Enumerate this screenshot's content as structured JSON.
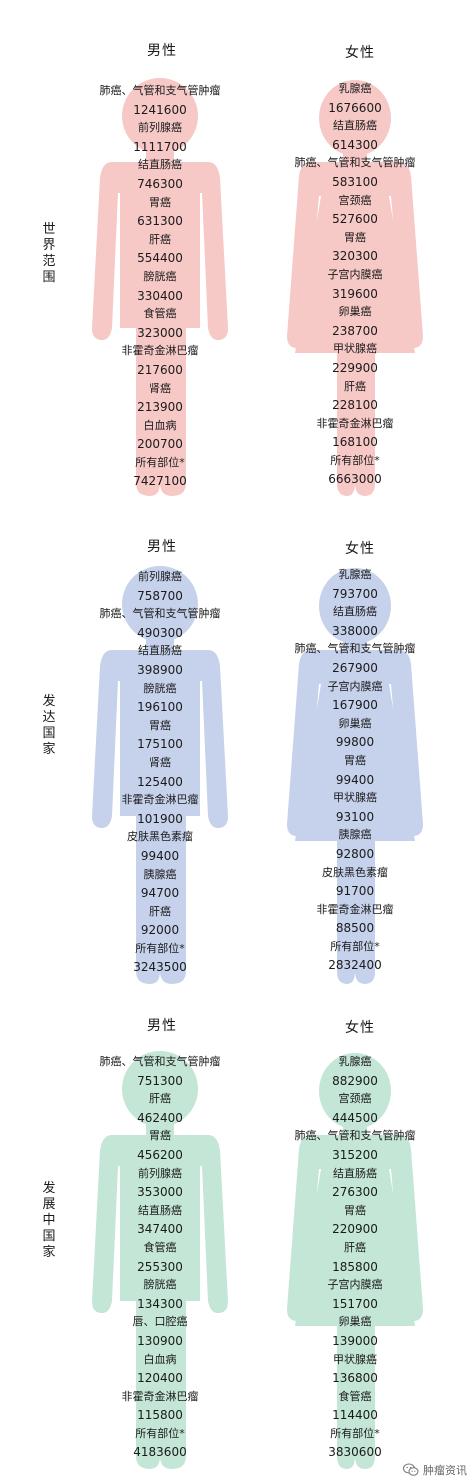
{
  "colors": {
    "world": "#f6c9c7",
    "developed": "#c6d2ec",
    "developing": "#c4e6d6"
  },
  "sections": [
    {
      "region_label": "世界范围",
      "male_title": "男性",
      "female_title": "女性",
      "male": [
        {
          "site": "肺癌、气管和支气管肿瘤",
          "count": "1241600"
        },
        {
          "site": "前列腺癌",
          "count": "1111700"
        },
        {
          "site": "结直肠癌",
          "count": "746300"
        },
        {
          "site": "胃癌",
          "count": "631300"
        },
        {
          "site": "肝癌",
          "count": "554400"
        },
        {
          "site": "膀胱癌",
          "count": "330400"
        },
        {
          "site": "食管癌",
          "count": "323000"
        },
        {
          "site": "非霍奇金淋巴瘤",
          "count": "217600"
        },
        {
          "site": "肾癌",
          "count": "213900"
        },
        {
          "site": "白血病",
          "count": "200700"
        },
        {
          "site": "所有部位*",
          "count": "7427100"
        }
      ],
      "female": [
        {
          "site": "乳腺癌",
          "count": "1676600"
        },
        {
          "site": "结直肠癌",
          "count": "614300"
        },
        {
          "site": "肺癌、气管和支气管肿瘤",
          "count": "583100"
        },
        {
          "site": "宫颈癌",
          "count": "527600"
        },
        {
          "site": "胃癌",
          "count": "320300"
        },
        {
          "site": "子宫内膜癌",
          "count": "319600"
        },
        {
          "site": "卵巢癌",
          "count": "238700"
        },
        {
          "site": "甲状腺癌",
          "count": "229900"
        },
        {
          "site": "肝癌",
          "count": "228100"
        },
        {
          "site": "非霍奇金淋巴瘤",
          "count": "168100"
        },
        {
          "site": "所有部位*",
          "count": "6663000"
        }
      ]
    },
    {
      "region_label": "发达国家",
      "male_title": "男性",
      "female_title": "女性",
      "male": [
        {
          "site": "前列腺癌",
          "count": "758700"
        },
        {
          "site": "肺癌、气管和支气管肿瘤",
          "count": "490300"
        },
        {
          "site": "结直肠癌",
          "count": "398900"
        },
        {
          "site": "膀胱癌",
          "count": "196100"
        },
        {
          "site": "胃癌",
          "count": "175100"
        },
        {
          "site": "肾癌",
          "count": "125400"
        },
        {
          "site": "非霍奇金淋巴瘤",
          "count": "101900"
        },
        {
          "site": "皮肤黑色素瘤",
          "count": "99400"
        },
        {
          "site": "胰腺癌",
          "count": "94700"
        },
        {
          "site": "肝癌",
          "count": "92000"
        },
        {
          "site": "所有部位*",
          "count": "3243500"
        }
      ],
      "female": [
        {
          "site": "乳腺癌",
          "count": "793700"
        },
        {
          "site": "结直肠癌",
          "count": "338000"
        },
        {
          "site": "肺癌、气管和支气管肿瘤",
          "count": "267900"
        },
        {
          "site": "子宫内膜癌",
          "count": "167900"
        },
        {
          "site": "卵巢癌",
          "count": "99800"
        },
        {
          "site": "胃癌",
          "count": "99400"
        },
        {
          "site": "甲状腺癌",
          "count": "93100"
        },
        {
          "site": "胰腺癌",
          "count": "92800"
        },
        {
          "site": "皮肤黑色素瘤",
          "count": "91700"
        },
        {
          "site": "非霍奇金淋巴瘤",
          "count": "88500"
        },
        {
          "site": "所有部位*",
          "count": "2832400"
        }
      ]
    },
    {
      "region_label": "发展中国家",
      "male_title": "男性",
      "female_title": "女性",
      "male": [
        {
          "site": "肺癌、气管和支气管肿瘤",
          "count": "751300"
        },
        {
          "site": "肝癌",
          "count": "462400"
        },
        {
          "site": "胃癌",
          "count": "456200"
        },
        {
          "site": "前列腺癌",
          "count": "353000"
        },
        {
          "site": "结直肠癌",
          "count": "347400"
        },
        {
          "site": "食管癌",
          "count": "255300"
        },
        {
          "site": "膀胱癌",
          "count": "134300"
        },
        {
          "site": "唇、口腔癌",
          "count": "130900"
        },
        {
          "site": "白血病",
          "count": "120400"
        },
        {
          "site": "非霍奇金淋巴瘤",
          "count": "115800"
        },
        {
          "site": "所有部位*",
          "count": "4183600"
        }
      ],
      "female": [
        {
          "site": "乳腺癌",
          "count": "882900"
        },
        {
          "site": "宫颈癌",
          "count": "444500"
        },
        {
          "site": "肺癌、气管和支气管肿瘤",
          "count": "315200"
        },
        {
          "site": "结直肠癌",
          "count": "276300"
        },
        {
          "site": "胃癌",
          "count": "220900"
        },
        {
          "site": "肝癌",
          "count": "185800"
        },
        {
          "site": "子宫内膜癌",
          "count": "151700"
        },
        {
          "site": "卵巢癌",
          "count": "139000"
        },
        {
          "site": "甲状腺癌",
          "count": "136800"
        },
        {
          "site": "食管癌",
          "count": "114400"
        },
        {
          "site": "所有部位*",
          "count": "3830600"
        }
      ]
    }
  ],
  "watermark": "肿瘤资讯",
  "watermark_icon": "wechat-icon"
}
